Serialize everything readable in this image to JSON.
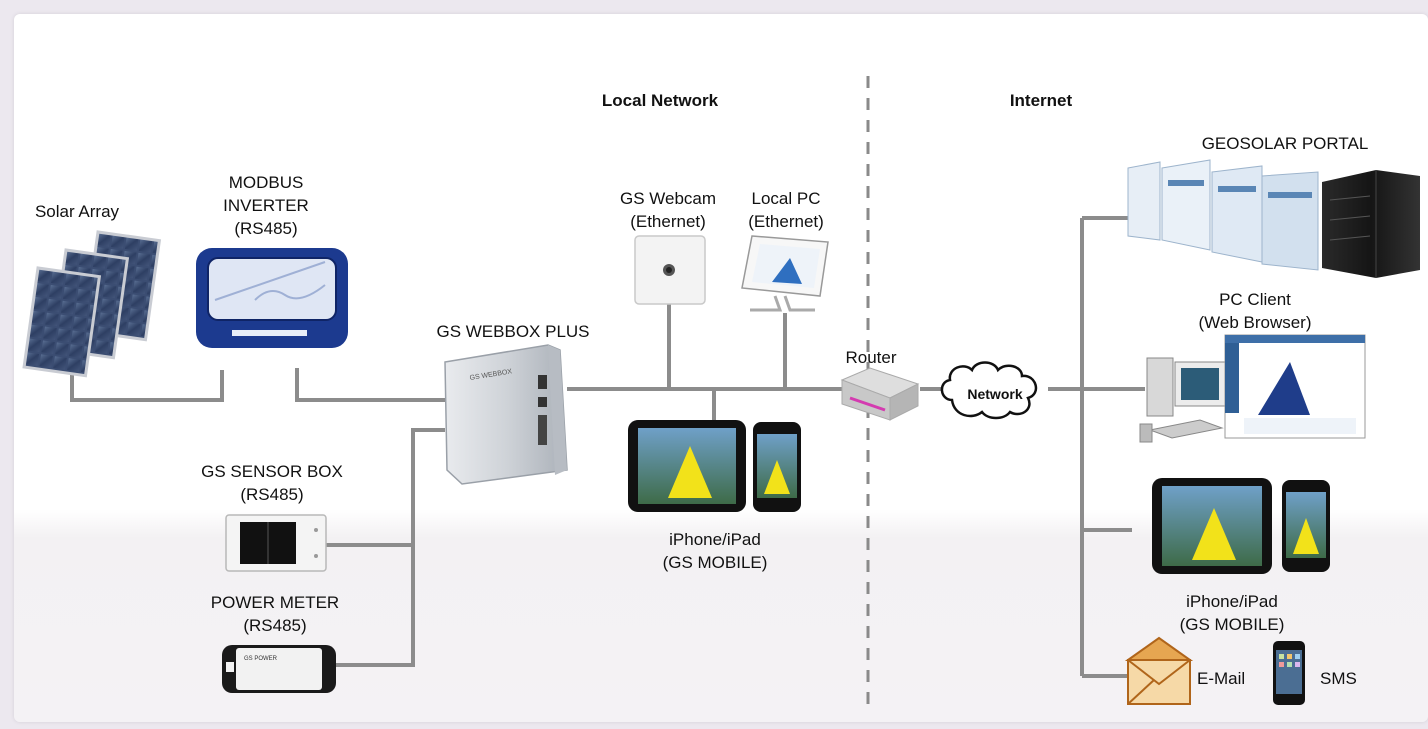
{
  "headers": {
    "local_network": "Local Network",
    "internet": "Internet"
  },
  "devices": {
    "solar_array": "Solar Array",
    "inverter": [
      "MODBUS",
      "INVERTER",
      "(RS485)"
    ],
    "webbox": "GS WEBBOX PLUS",
    "webbox_plate": "GS WEBBOX",
    "sensor_box": [
      "GS SENSOR BOX",
      "(RS485)"
    ],
    "power_meter": [
      "POWER METER",
      "(RS485)"
    ],
    "power_meter_plate": "GS POWER",
    "webcam": [
      "GS Webcam",
      "(Ethernet)"
    ],
    "local_pc": [
      "Local PC",
      "(Ethernet)"
    ],
    "mobile_local": [
      "iPhone/iPad",
      "(GS MOBILE)"
    ],
    "router": "Router",
    "cloud": "Network",
    "portal": "GEOSOLAR PORTAL",
    "pc_client": [
      "PC Client",
      "(Web Browser)"
    ],
    "mobile_internet": [
      "iPhone/iPad",
      "(GS MOBILE)"
    ],
    "email": "E-Mail",
    "sms": "SMS"
  },
  "colors": {
    "wire": "#8c8c8c",
    "divider": "#8a8a8a",
    "inverter_blue": "#1c3a8f",
    "chart_yellow": "#f2e21a",
    "email_orange": "#d9832a"
  }
}
